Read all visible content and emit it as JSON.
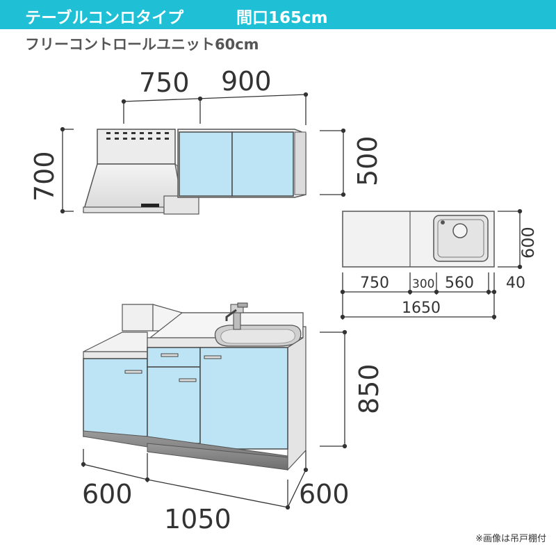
{
  "header": {
    "title": "テーブルコンロタイプ",
    "width_label": "間口165cm",
    "accent_color": "#1fc0d6"
  },
  "subtitle": "フリーコントロールユニット60cm",
  "colors": {
    "door_blue": "#bde4f4",
    "outline": "#4a4a4a",
    "dimension_line": "#333333"
  },
  "wall_cabinet": {
    "width_hood": "750",
    "width_cabinet": "900",
    "height_hood": "700",
    "height_cabinet": "500"
  },
  "top_view": {
    "depth": "600",
    "segment_1": "750",
    "segment_2": "300",
    "segment_3": "560",
    "segment_4": "40",
    "total": "1650"
  },
  "base_cabinet": {
    "height": "850",
    "width_left": "600",
    "width_total": "1050",
    "depth": "600"
  },
  "note": "※画像は吊戸棚付"
}
